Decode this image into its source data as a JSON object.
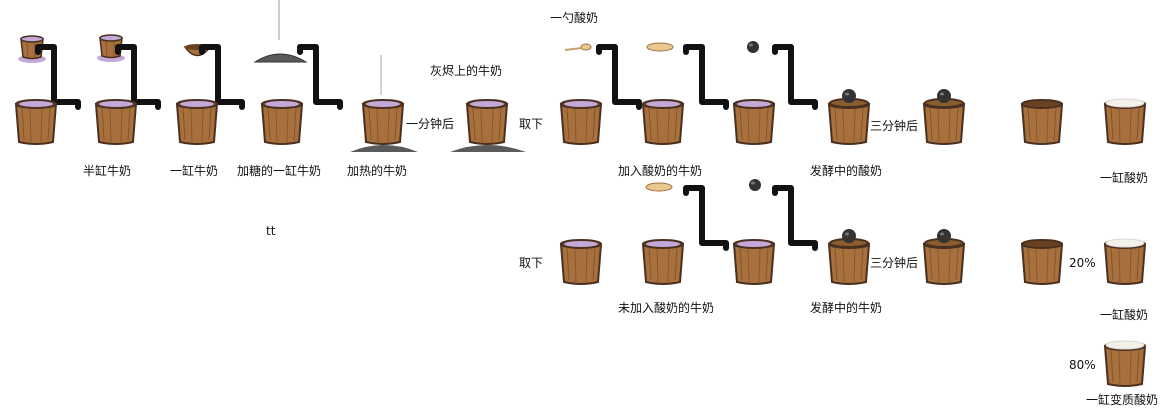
{
  "labels": {
    "half_jar_milk": "半缸牛奶",
    "jar_milk": "一缸牛奶",
    "sugared_jar_milk": "加糖的一缸牛奶",
    "heated_milk": "加热的牛奶",
    "milk_on_ash": "灰烬上的牛奶",
    "one_minute_later": "一分钟后",
    "take_off_top": "取下",
    "spoon_yogurt": "一勺酸奶",
    "yogurt_added_milk": "加入酸奶的牛奶",
    "fermenting_yogurt": "发酵中的酸奶",
    "three_minutes_later_top": "三分钟后",
    "jar_yogurt_top": "一缸酸奶",
    "tt": "tt",
    "take_off_bottom": "取下",
    "no_yogurt_milk": "未加入酸奶的牛奶",
    "fermenting_milk": "发酵中的牛奶",
    "three_minutes_later_bottom": "三分钟后",
    "pct_20": "20%",
    "jar_yogurt_bottom": "一缸酸奶",
    "pct_80": "80%",
    "spoiled_yogurt": "一缸变质酸奶"
  },
  "colors": {
    "jar_body": "#a8703c",
    "jar_dark": "#6a4220",
    "jar_rim": "#4a3020",
    "milk": "#c4a8d8",
    "yogurt": "#f4f0ea",
    "bracket": "#111111",
    "stone": "#333333",
    "ash": "#5a5a5a"
  },
  "icons": [
    "jar-icon",
    "small-jar-icon",
    "bowl-icon",
    "sugar-pile-icon",
    "ash-pile-icon",
    "spoon-icon",
    "yogurt-disc-icon",
    "stone-icon",
    "lid-icon",
    "steam-icon",
    "bracket-connector"
  ]
}
